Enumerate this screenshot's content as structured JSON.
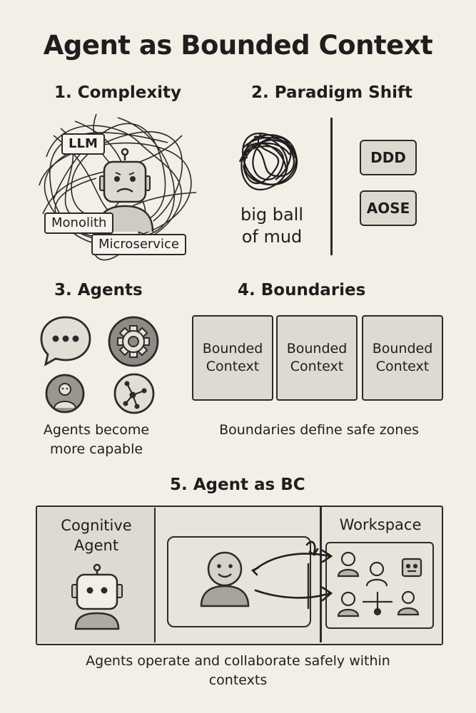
{
  "title": "Agent as Bounded Context",
  "sections": {
    "complexity": {
      "heading": "1. Complexity",
      "tags": {
        "llm": "LLM",
        "monolith": "Monolith",
        "microservice": "Microservice"
      }
    },
    "paradigm": {
      "heading": "2. Paradigm Shift",
      "mud_label": [
        "big ball",
        "of mud"
      ],
      "buttons": {
        "ddd": "DDD",
        "aose": "AOSE"
      }
    },
    "agents": {
      "heading": "3. Agents",
      "caption": [
        "Agents become",
        "more capable"
      ],
      "icons": [
        "chat-bubble-icon",
        "gear-icon",
        "user-icon",
        "network-icon"
      ]
    },
    "boundaries": {
      "heading": "4. Boundaries",
      "contexts": [
        {
          "line1": "Bounded",
          "line2": "Context"
        },
        {
          "line1": "Bounded",
          "line2": "Context"
        },
        {
          "line1": "Bounded",
          "line2": "Context"
        }
      ],
      "caption": "Boundaries define safe zones"
    },
    "agent_bc": {
      "heading": "5. Agent as BC",
      "cognitive_label": [
        "Cognitive",
        "Agent"
      ],
      "workspace_label": "Workspace",
      "caption": [
        "Agents operate and collaborate safely within",
        "contexts"
      ]
    }
  },
  "colors": {
    "background": "#f3efe6",
    "ink": "#2b2b2b",
    "panel": "#dedad2"
  }
}
